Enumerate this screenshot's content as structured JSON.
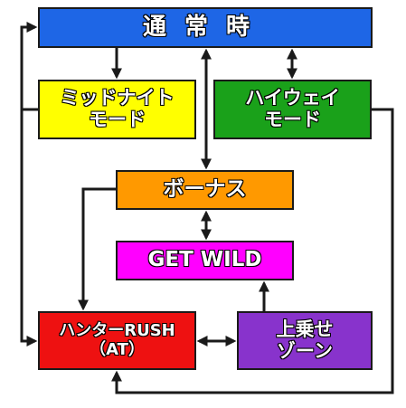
{
  "nodes": {
    "normal": {
      "label": "通常時",
      "color": "#1e66e6"
    },
    "midnight": {
      "label_line1": "ミッドナイト",
      "label_line2": "モード",
      "color": "#ffff00"
    },
    "highway": {
      "label_line1": "ハイウェイ",
      "label_line2": "モード",
      "color": "#1aa11a"
    },
    "bonus": {
      "label": "ボーナス",
      "color": "#ff9900"
    },
    "getwild": {
      "label": "GET WILD",
      "color": "#ff00ff"
    },
    "hunter": {
      "label_line1": "ハンターRUSH",
      "label_line2": "（AT）",
      "color": "#ee1111"
    },
    "zone": {
      "label_line1": "上乗せ",
      "label_line2": "ゾーン",
      "color": "#8833cc"
    }
  },
  "edges": [
    {
      "from": "normal",
      "to": "midnight",
      "direction": "one-way"
    },
    {
      "from": "normal",
      "to": "highway",
      "direction": "both"
    },
    {
      "from": "normal",
      "to": "bonus",
      "direction": "both"
    },
    {
      "from": "bonus",
      "to": "getwild",
      "direction": "both"
    },
    {
      "from": "bonus",
      "to": "hunter",
      "direction": "one-way"
    },
    {
      "from": "midnight",
      "to": "normal",
      "direction": "one-way"
    },
    {
      "from": "midnight",
      "to": "hunter",
      "direction": "one-way"
    },
    {
      "from": "hunter",
      "to": "zone",
      "direction": "both"
    },
    {
      "from": "zone",
      "to": "getwild",
      "direction": "one-way"
    },
    {
      "from": "highway",
      "to": "hunter",
      "direction": "one-way"
    }
  ],
  "colors": {
    "line": "#1a1a1a",
    "background": "#ffffff"
  }
}
